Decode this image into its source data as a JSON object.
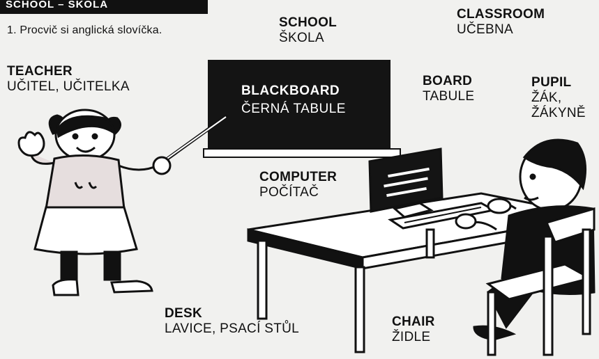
{
  "header": {
    "title": "SCHOOL – ŠKOLA"
  },
  "instruction": "1. Procvič si anglická slovíčka.",
  "vocabulary": {
    "school": {
      "en": "SCHOOL",
      "cz": "ŠKOLA"
    },
    "classroom": {
      "en": "CLASSROOM",
      "cz": "UČEBNA"
    },
    "teacher": {
      "en": "TEACHER",
      "cz": "UČITEL, UČITELKA"
    },
    "blackboard": {
      "en": "BLACKBOARD",
      "cz": "ČERNÁ TABULE"
    },
    "board": {
      "en": "BOARD",
      "cz": "TABULE"
    },
    "pupil": {
      "en": "PUPIL",
      "cz": "ŽÁK,",
      "cz2": "ŽÁKYNĚ"
    },
    "computer": {
      "en": "COMPUTER",
      "cz": "POČÍTAČ"
    },
    "desk": {
      "en": "DESK",
      "cz": "LAVICE, PSACÍ STŮL"
    },
    "chair": {
      "en": "CHAIR",
      "cz": "ŽIDLE"
    }
  }
}
